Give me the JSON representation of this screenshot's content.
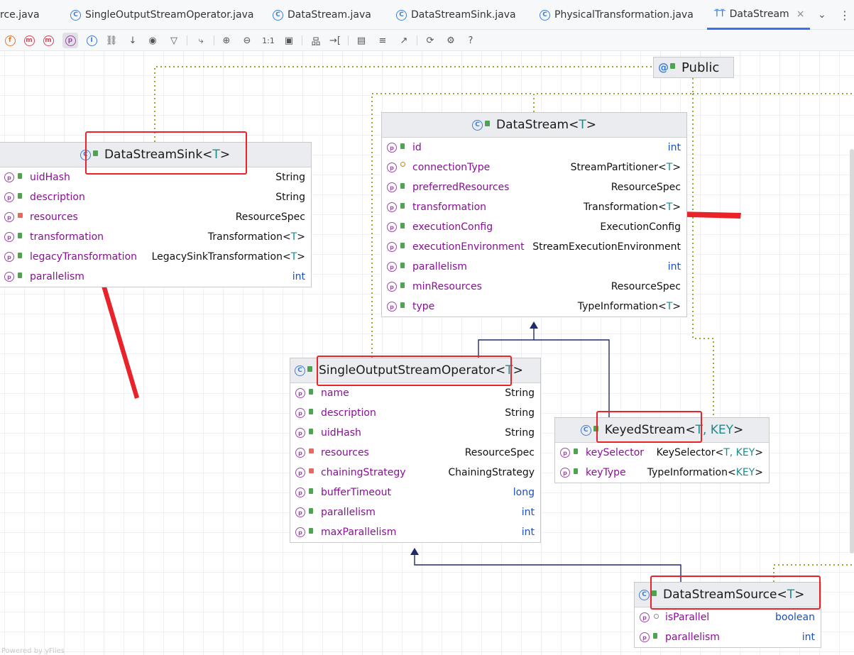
{
  "tabs": [
    {
      "label": "rce.java",
      "icon": "",
      "active": false
    },
    {
      "label": "SingleOutputStreamOperator.java",
      "icon": "C",
      "active": false
    },
    {
      "label": "DataStream.java",
      "icon": "C",
      "active": false
    },
    {
      "label": "DataStreamSink.java",
      "icon": "C",
      "active": false
    },
    {
      "label": "PhysicalTransformation.java",
      "icon": "C",
      "active": false
    },
    {
      "label": "DataStream",
      "icon": "diagram",
      "active": true
    }
  ],
  "tab_close": "×",
  "tab_more": "⌄",
  "tab_kebab": "⋮",
  "toolbar": {
    "icons": [
      "fields-icon",
      "methods-icon",
      "constructors-icon",
      "properties-icon",
      "inner-classes-icon",
      "dependencies-icon",
      "sort-icon",
      "visibility-icon",
      "filter-icon",
      "edge-routing-icon",
      "zoom-in-icon",
      "zoom-out-icon",
      "actual-size-icon",
      "fit-content-icon",
      "layout-icon",
      "apply-layout-icon",
      "export-icon",
      "appearance-icon",
      "open-external-icon",
      "refresh-icon",
      "settings-icon",
      "help-icon"
    ],
    "actual_size_label": "1:1",
    "help_label": "?"
  },
  "annotation": {
    "symbol": "@",
    "name": "Public"
  },
  "classes": {
    "datastream": {
      "name": "DataStream",
      "generic": "T",
      "fields": [
        {
          "name": "id",
          "type": "int",
          "visibility": "public"
        },
        {
          "name": "connectionType",
          "type": "StreamPartitioner",
          "type_param": "T",
          "visibility": "protected"
        },
        {
          "name": "preferredResources",
          "type": "ResourceSpec",
          "visibility": "public"
        },
        {
          "name": "transformation",
          "type": "Transformation",
          "type_param": "T",
          "visibility": "public"
        },
        {
          "name": "executionConfig",
          "type": "ExecutionConfig",
          "visibility": "public"
        },
        {
          "name": "executionEnvironment",
          "type": "StreamExecutionEnvironment",
          "visibility": "public"
        },
        {
          "name": "parallelism",
          "type": "int",
          "visibility": "public"
        },
        {
          "name": "minResources",
          "type": "ResourceSpec",
          "visibility": "public"
        },
        {
          "name": "type",
          "type": "TypeInformation",
          "type_param": "T",
          "visibility": "public"
        }
      ]
    },
    "sink": {
      "name": "DataStreamSink",
      "generic": "T",
      "fields": [
        {
          "name": "uidHash",
          "type": "String",
          "visibility": "public"
        },
        {
          "name": "description",
          "type": "String",
          "visibility": "public"
        },
        {
          "name": "resources",
          "type": "ResourceSpec",
          "visibility": "private"
        },
        {
          "name": "transformation",
          "type": "Transformation",
          "type_param": "T",
          "visibility": "public"
        },
        {
          "name": "legacyTransformation",
          "type": "LegacySinkTransformation",
          "type_param": "T",
          "visibility": "public"
        },
        {
          "name": "parallelism",
          "type": "int",
          "visibility": "public"
        }
      ]
    },
    "singleoutput": {
      "name": "SingleOutputStreamOperator",
      "generic": "T",
      "fields": [
        {
          "name": "name",
          "type": "String",
          "visibility": "public"
        },
        {
          "name": "description",
          "type": "String",
          "visibility": "public"
        },
        {
          "name": "uidHash",
          "type": "String",
          "visibility": "public"
        },
        {
          "name": "resources",
          "type": "ResourceSpec",
          "visibility": "private"
        },
        {
          "name": "chainingStrategy",
          "type": "ChainingStrategy",
          "visibility": "private"
        },
        {
          "name": "bufferTimeout",
          "type": "long",
          "visibility": "public"
        },
        {
          "name": "parallelism",
          "type": "int",
          "visibility": "public"
        },
        {
          "name": "maxParallelism",
          "type": "int",
          "visibility": "public"
        }
      ]
    },
    "keyed": {
      "name": "KeyedStream",
      "generic": "T, KEY",
      "fields": [
        {
          "name": "keySelector",
          "type": "KeySelector",
          "type_param": "T, KEY",
          "visibility": "public"
        },
        {
          "name": "keyType",
          "type": "TypeInformation",
          "type_param": "KEY",
          "visibility": "public"
        }
      ]
    },
    "source": {
      "name": "DataStreamSource",
      "generic": "T",
      "fields": [
        {
          "name": "isParallel",
          "type": "boolean",
          "visibility": "package"
        },
        {
          "name": "parallelism",
          "type": "int",
          "visibility": "public"
        }
      ]
    }
  },
  "watermark": "Powered by yFiles",
  "colors": {
    "highlight": "#e8232a",
    "field_name": "#871094",
    "type_param": "#1c8a8a",
    "primitive": "#1a50b8",
    "accent": "#3574f0"
  }
}
